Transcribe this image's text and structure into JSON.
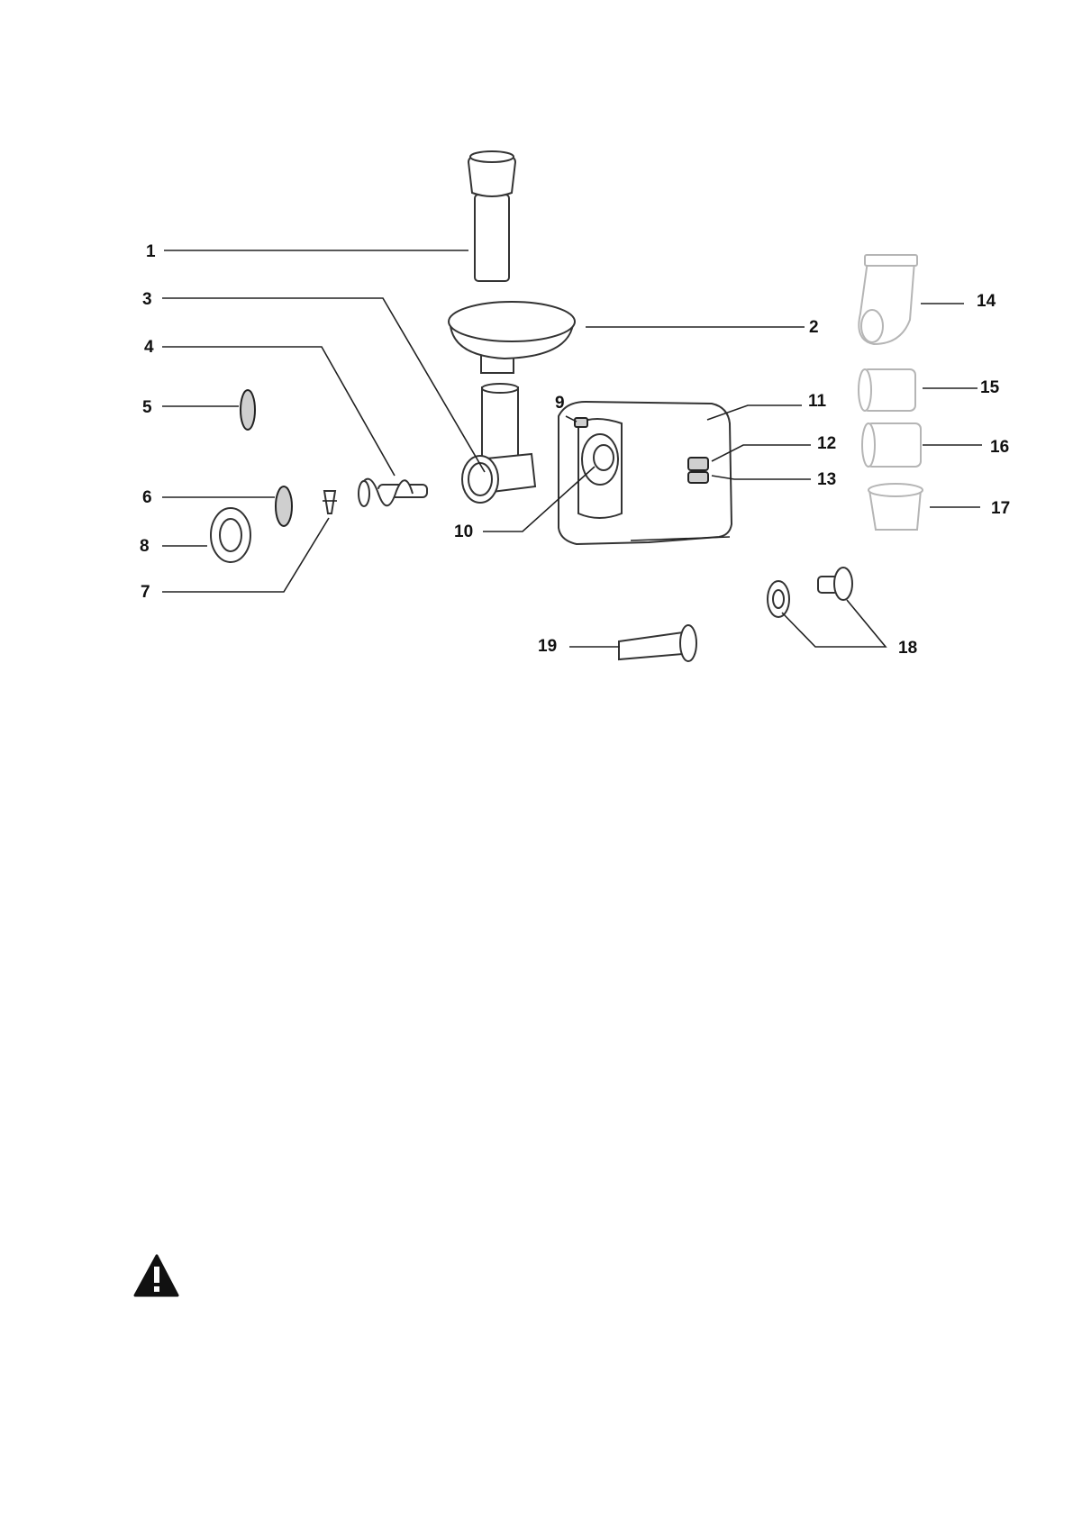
{
  "callouts": [
    "1",
    "2",
    "3",
    "4",
    "5",
    "6",
    "7",
    "8",
    "9",
    "10",
    "11",
    "12",
    "13",
    "14",
    "15",
    "16",
    "17",
    "18",
    "19"
  ],
  "warning_icon": "warning-triangle-icon",
  "colors": {
    "line": "#222222",
    "background": "#ffffff",
    "faint_parts": "#b5b5b5"
  }
}
